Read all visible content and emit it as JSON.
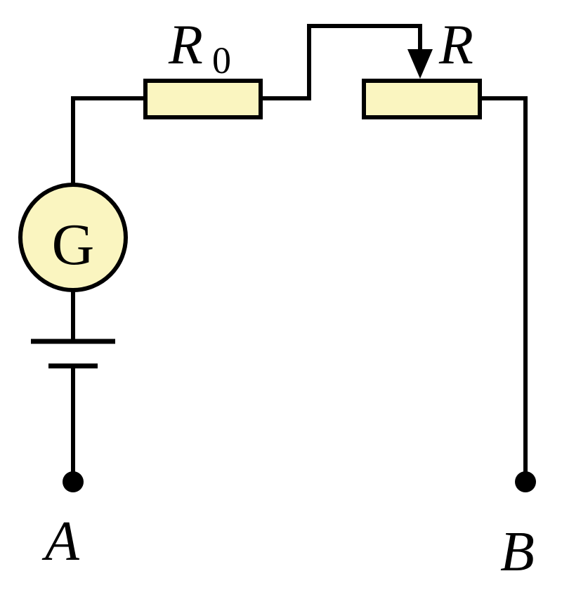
{
  "labels": {
    "fixed_resistor_symbol": "R",
    "fixed_resistor_subscript": "0",
    "variable_resistor": "R",
    "galvanometer": "G",
    "terminal_a": "A",
    "terminal_b": "B"
  },
  "colors": {
    "wire": "#000000",
    "component_fill": "#FAF5C0",
    "background": "#FFFFFF"
  },
  "components": {
    "fixed_resistor": "resistor",
    "variable_resistor": "rheostat-with-slider",
    "meter": "galvanometer",
    "source": "battery-cell"
  }
}
